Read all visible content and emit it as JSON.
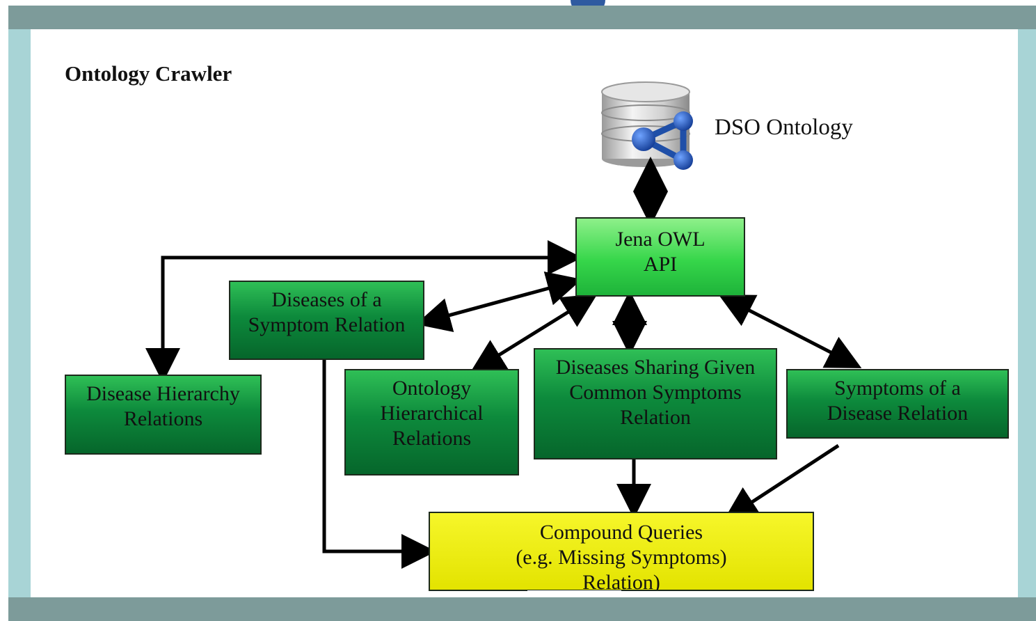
{
  "diagram": {
    "heading": "Ontology Crawler",
    "database_label": "DSO Ontology",
    "nodes": {
      "jena": "Jena OWL\nAPI",
      "diseases_of_symptom": "Diseases of a\nSymptom Relation",
      "disease_hierarchy": "Disease Hierarchy\nRelations",
      "ontology_hierarchical": "Ontology\nHierarchical\nRelations",
      "diseases_sharing": "Diseases  Sharing Given\nCommon Symptoms\nRelation",
      "symptoms_of_disease": "Symptoms of  a\nDisease Relation",
      "compound_queries": "Compound Queries\n(e.g. Missing Symptoms)\nRelation)"
    },
    "colors": {
      "frame_side": "#a8d4d6",
      "frame_band": "#7d9b9a",
      "node_green": "#0d8a3c",
      "node_light_green": "#36d64a",
      "node_yellow": "#e3e300",
      "arrow": "#000000",
      "db_icon": "#1f4fa8"
    },
    "icons": [
      "database-icon",
      "network-triangle-icon"
    ]
  }
}
